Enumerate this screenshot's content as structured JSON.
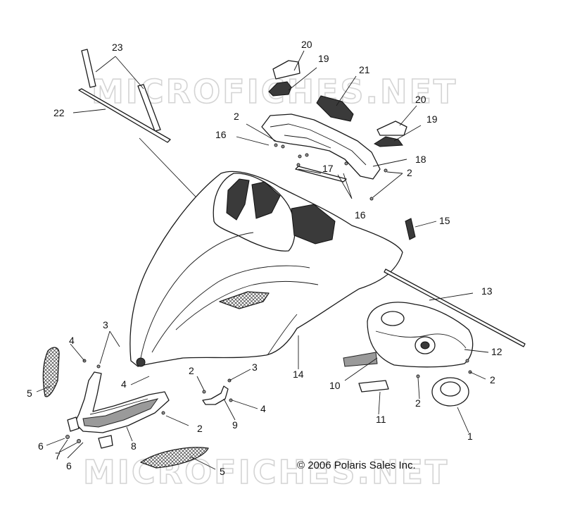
{
  "watermark": "MICROFICHES.NET",
  "copyright": "© 2006 Polaris Sales Inc.",
  "callouts": {
    "c1": "1",
    "c2a": "2",
    "c2b": "2",
    "c2c": "2",
    "c2d": "2",
    "c2e": "2",
    "c2f": "2",
    "c3a": "3",
    "c3b": "3",
    "c4a": "4",
    "c4b": "4",
    "c4c": "4",
    "c5a": "5",
    "c5b": "5",
    "c6a": "6",
    "c6b": "6",
    "c7": "7",
    "c8": "8",
    "c9": "9",
    "c10": "10",
    "c11": "11",
    "c12": "12",
    "c13": "13",
    "c14": "14",
    "c15": "15",
    "c16a": "16",
    "c16b": "16",
    "c17": "17",
    "c18": "18",
    "c19a": "19",
    "c19b": "19",
    "c20a": "20",
    "c20b": "20",
    "c21": "21",
    "c22": "22",
    "c23": "23"
  }
}
